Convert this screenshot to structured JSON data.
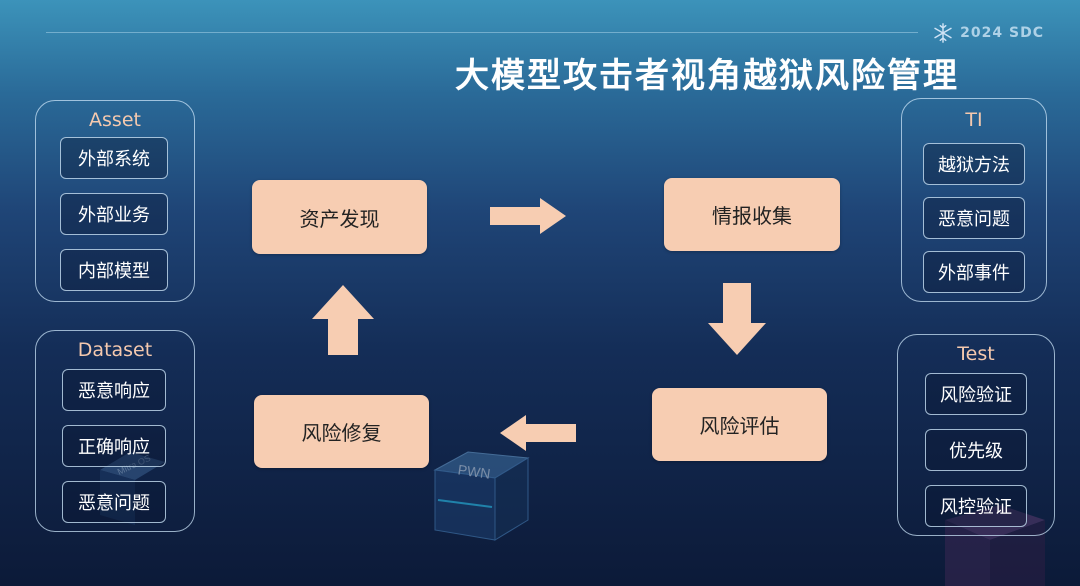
{
  "header": {
    "brand": "2024 SDC",
    "brand_icon": "snowflake-icon",
    "title": "大模型攻击者视角越狱风险管理"
  },
  "panels": {
    "asset": {
      "label": "Asset",
      "items": [
        "外部系统",
        "外部业务",
        "内部模型"
      ]
    },
    "dataset": {
      "label": "Dataset",
      "items": [
        "恶意响应",
        "正确响应",
        "恶意问题"
      ]
    },
    "ti": {
      "label": "TI",
      "items": [
        "越狱方法",
        "恶意问题",
        "外部事件"
      ]
    },
    "test": {
      "label": "Test",
      "items": [
        "风险验证",
        "优先级",
        "风控验证"
      ]
    }
  },
  "flow": {
    "asset_discovery": "资产发现",
    "intel_collection": "情报收集",
    "risk_assessment": "风险评估",
    "risk_remediation": "风险修复"
  },
  "decoration": {
    "cube_label": "PWN",
    "cube_side_text": "Mitra OS"
  },
  "colors": {
    "node_fill": "#f7cdb2",
    "panel_label": "#f5c9ae",
    "title": "#ffffff"
  }
}
